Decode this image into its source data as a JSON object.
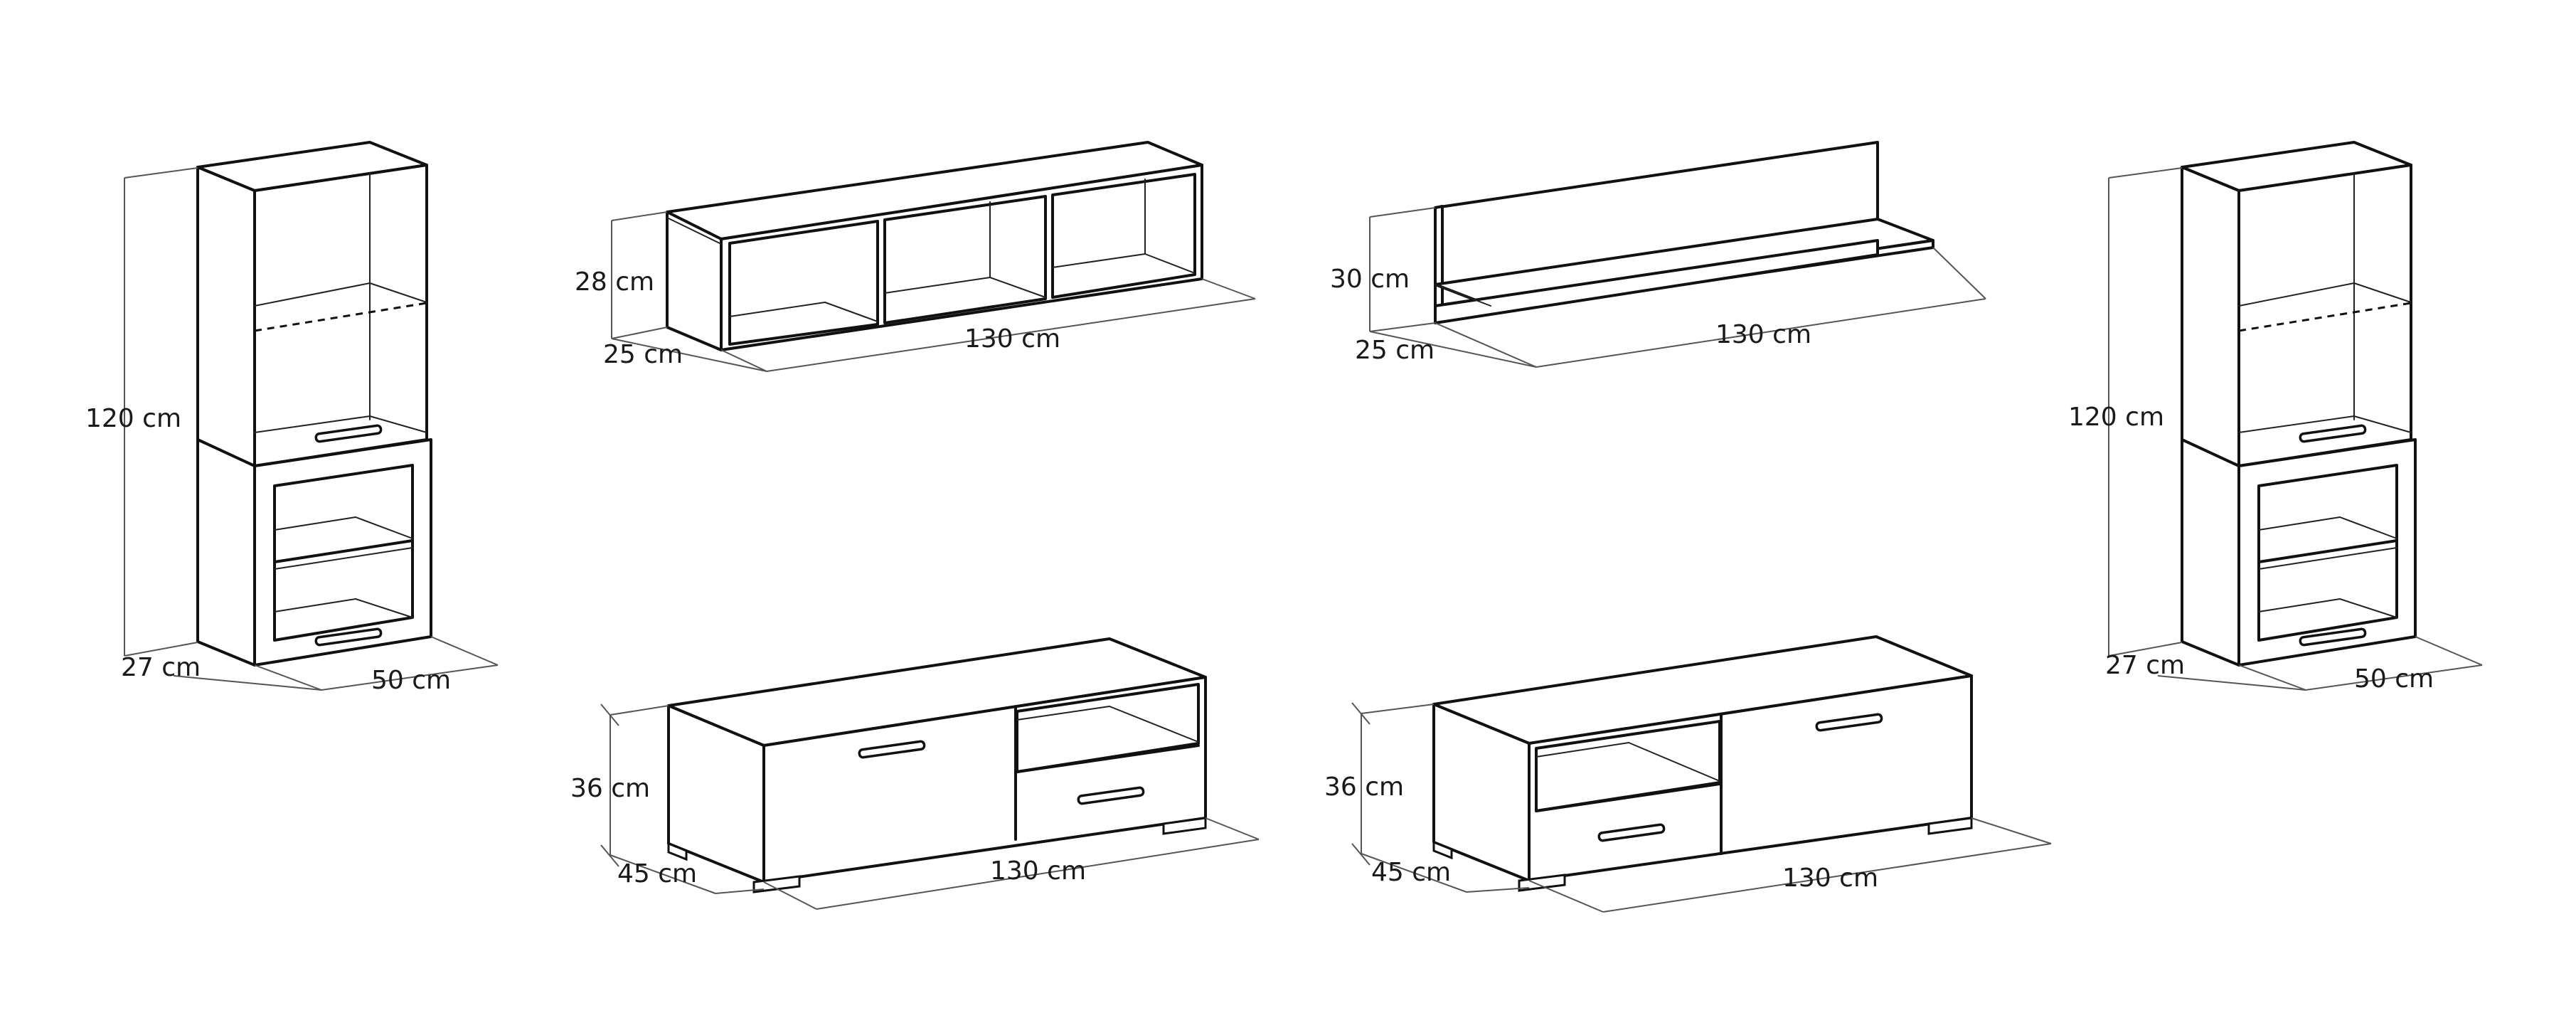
{
  "units": [
    {
      "id": "tall-cabinet-left",
      "dims": {
        "height": "120 cm",
        "depth": "27 cm",
        "width": "50 cm"
      }
    },
    {
      "id": "open-wall-shelf",
      "dims": {
        "height": "28 cm",
        "depth": "25 cm",
        "width": "130 cm"
      }
    },
    {
      "id": "floating-shelf",
      "dims": {
        "height": "30 cm",
        "depth": "25 cm",
        "width": "130 cm"
      }
    },
    {
      "id": "tall-cabinet-right",
      "dims": {
        "height": "120 cm",
        "depth": "27 cm",
        "width": "50 cm"
      }
    },
    {
      "id": "tv-stand-left",
      "dims": {
        "height": "36 cm",
        "depth": "45 cm",
        "width": "130 cm"
      }
    },
    {
      "id": "tv-stand-right",
      "dims": {
        "height": "36 cm",
        "depth": "45 cm",
        "width": "130 cm"
      }
    }
  ]
}
